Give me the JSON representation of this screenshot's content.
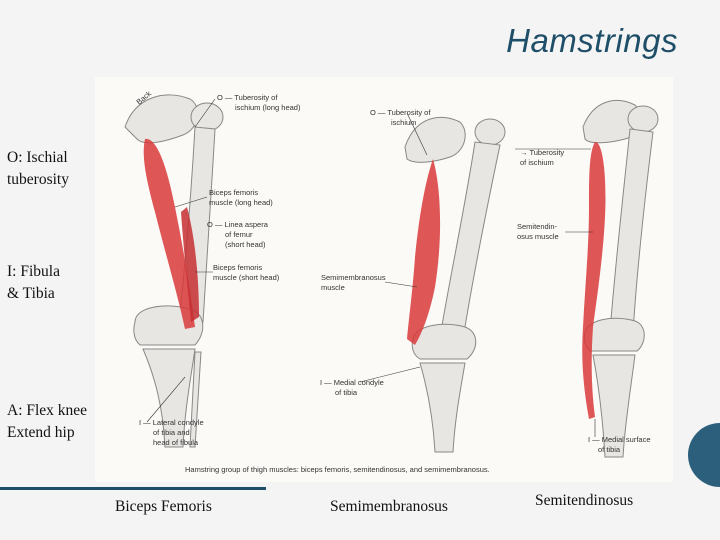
{
  "slide": {
    "title": "Hamstrings",
    "origin": {
      "line1": "O: Ischial",
      "line2": "tuberosity"
    },
    "insertion": {
      "line1": "I: Fibula",
      "line2": "& Tibia"
    },
    "action": {
      "line1": "A:  Flex knee",
      "line2": "Extend hip"
    },
    "captions": {
      "biceps": "Biceps Femoris",
      "semimembranosus": "Semimembranosus",
      "semitendinosus": "Semitendinosus"
    },
    "colors": {
      "title": "#1f4e68",
      "accent": "#2c5f7c",
      "muscle": "#d9383a",
      "bone": "#e8e6e2"
    }
  },
  "figure": {
    "back_tag": "Back",
    "leg1": {
      "l1a": "O — Tuberosity of",
      "l1b": "ischium (long head)",
      "l2a": "Biceps femoris",
      "l2b": "muscle (long head)",
      "l3a": "O — Linea aspera",
      "l3b": "of femur",
      "l3c": "(short head)",
      "l4a": "Biceps femoris",
      "l4b": "muscle (short head)",
      "l5a": "I — Lateral condyle",
      "l5b": "of tibia and",
      "l5c": "head of fibula"
    },
    "leg2": {
      "l1a": "O — Tuberosity of",
      "l1b": "ischium",
      "l2a": "Semimembranosus",
      "l2b": "muscle",
      "l3a": "I — Medial condyle",
      "l3b": "of tibia"
    },
    "leg3": {
      "l1a": "→ Tuberosity",
      "l1b": "of ischium",
      "l2a": "Semitendin-",
      "l2b": "osus muscle",
      "l3a": "I — Medial surface",
      "l3b": "of tibia"
    },
    "caption": "Hamstring group of thigh muscles: biceps femoris, semitendinosus, and semimembranosus."
  }
}
